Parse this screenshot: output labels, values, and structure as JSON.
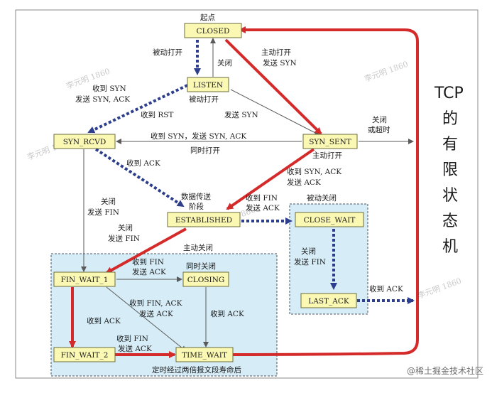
{
  "title_vertical": [
    "TCP",
    "的",
    "有",
    "限",
    "状",
    "态",
    "机"
  ],
  "states": {
    "closed": "CLOSED",
    "listen": "LISTEN",
    "syn_rcvd": "SYN_RCVD",
    "syn_sent": "SYN_SENT",
    "established": "ESTABLISHED",
    "close_wait": "CLOSE_WAIT",
    "last_ack": "LAST_ACK",
    "fin_wait_1": "FIN_WAIT_1",
    "closing": "CLOSING",
    "fin_wait_2": "FIN_WAIT_2",
    "time_wait": "TIME_WAIT"
  },
  "labels": {
    "start": "起点",
    "passive_open": "被动打开",
    "close_top": "关闭",
    "active_open_1": "主动打开",
    "active_open_2": "发送 SYN",
    "recv_syn_1": "收到 SYN",
    "recv_syn_2": "发送 SYN, ACK",
    "passive_open_2": "被动打开",
    "recv_rst": "收到 RST",
    "send_syn": "发送 SYN",
    "close_timeout_1": "关闭",
    "close_timeout_2": "或超时",
    "recv_syn_send_synack": "收到 SYN，发送 SYN, ACK",
    "simul_open": "同时打开",
    "active_open_3": "主动打开",
    "recv_ack": "收到 ACK",
    "recv_synack_1": "收到 SYN, ACK",
    "recv_synack_2": "发送 ACK",
    "data_transfer_1": "数据传送",
    "data_transfer_2": "阶段",
    "recv_fin_1": "收到 FIN",
    "recv_fin_2": "发送 ACK",
    "passive_close": "被动关闭",
    "close_send_fin_1a": "关闭",
    "close_send_fin_1b": "发送 FIN",
    "close_send_fin_2a": "关闭",
    "close_send_fin_2b": "发送 FIN",
    "close_send_fin_3a": "关闭",
    "close_send_fin_3b": "发送 FIN",
    "active_close": "主动关闭",
    "fw1_recv_fin_1": "收到 FIN",
    "fw1_recv_fin_2": "发送 ACK",
    "simul_close": "同时关闭",
    "recv_fin_ack_1": "收到 FIN, ACK",
    "recv_fin_ack_2": "发送 ACK",
    "closing_recv_ack": "收到 ACK",
    "fw1_recv_ack": "收到 ACK",
    "fw2_recv_fin_1": "收到 FIN",
    "fw2_recv_fin_2": "发送 ACK",
    "last_ack_recv_ack": "收到 ACK",
    "timeout_2msl": "定时经过两倍报文段寿命后"
  },
  "watermark": "@稀土掘金技术社区",
  "colors": {
    "state_fill": "#fbf8b4",
    "red_arrow": "#d42a2a",
    "blue_arrow": "#2c3e8c",
    "thin_arrow": "#5a5a5a",
    "zone_fill": "#d6ecf7"
  }
}
